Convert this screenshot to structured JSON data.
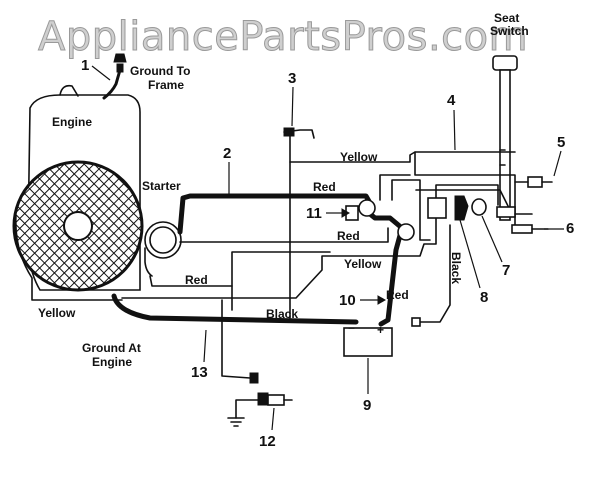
{
  "watermark": "AppliancePartsPros.com",
  "labels": {
    "ground_to_frame_1": "Ground To",
    "ground_to_frame_2": "Frame",
    "engine": "Engine",
    "seat_switch_1": "Seat",
    "seat_switch_2": "Switch",
    "starter": "Starter",
    "yellow_top": "Yellow",
    "red_top": "Red",
    "red_middle": "Red",
    "yellow_middle": "Yellow",
    "red_left": "Red",
    "red_battery": "Red",
    "yellow_left": "Yellow",
    "black_bottom": "Black",
    "black_vertical": "Black",
    "ground_at_engine_1": "Ground At",
    "ground_at_engine_2": "Engine",
    "battery_minus": "−",
    "battery_plus": "+"
  },
  "callouts": [
    "1",
    "2",
    "3",
    "4",
    "5",
    "6",
    "7",
    "8",
    "9",
    "10",
    "11",
    "12",
    "13"
  ],
  "colors": {
    "ink": "#111111",
    "watermark": "#cfcfcf"
  }
}
